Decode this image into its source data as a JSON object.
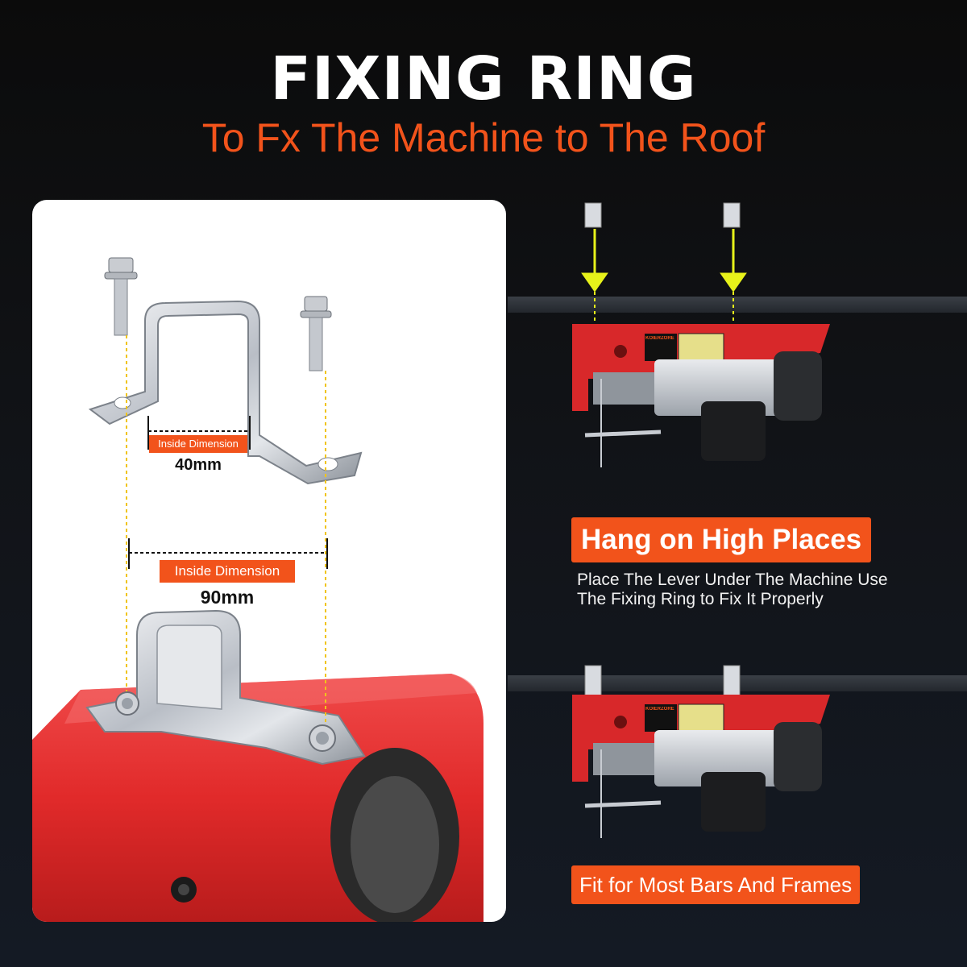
{
  "header": {
    "title": "FIXING RING",
    "subtitle": "To Fx The Machine to The Roof"
  },
  "left_panel": {
    "small_ring": {
      "badge": "Inside Dimension",
      "value": "40mm"
    },
    "large_ring": {
      "badge": "Inside Dimension",
      "value": "90mm"
    }
  },
  "right_panel": {
    "hang_section": {
      "heading": "Hang on High Places",
      "description_line1": "Place The Lever Under The Machine Use",
      "description_line2": "The Fixing Ring to Fix It Properly"
    },
    "fit_section": {
      "caption": "Fit for Most Bars And Frames"
    },
    "hoist_label_brand": "KOIERZORE"
  },
  "colors": {
    "accent_orange": "#f2531b",
    "hoist_red": "#d8282a",
    "arrow_yellow": "#e7f21a",
    "guide_yellow": "#f0c419"
  }
}
